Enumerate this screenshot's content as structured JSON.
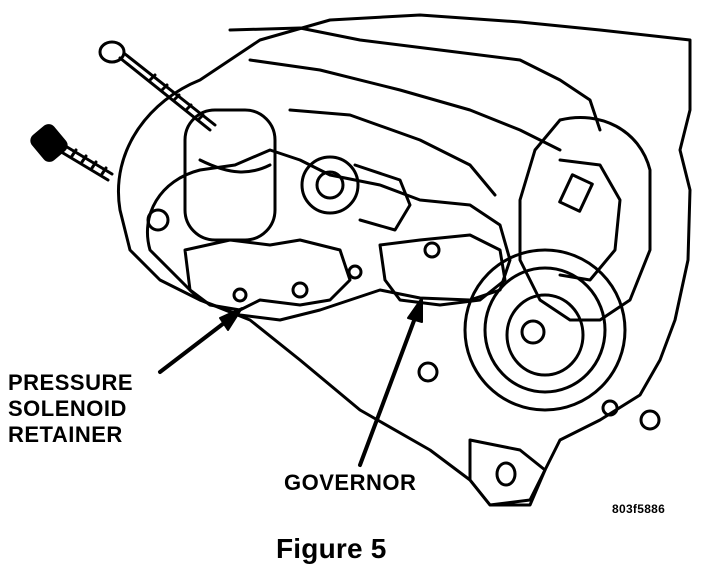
{
  "labels": {
    "pressure_solenoid_retainer": [
      "PRESSURE",
      "SOLENOID",
      "RETAINER"
    ],
    "governor": "GOVERNOR",
    "image_code": "803f5886",
    "caption": "Figure 5"
  },
  "colors": {
    "ink": "#000000",
    "paper": "#ffffff"
  }
}
